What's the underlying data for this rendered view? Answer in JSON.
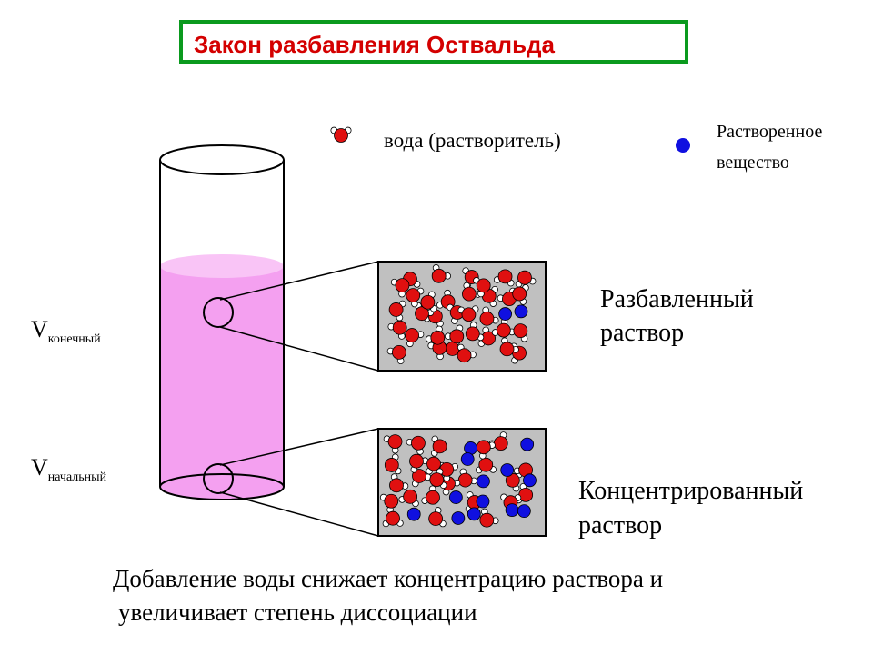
{
  "title": "Закон разбавления Оствальда",
  "legend": {
    "water_label": "вода (растворитель)",
    "solute_label_line1": "Растворенное",
    "solute_label_line2": "вещество"
  },
  "labels": {
    "dilute_line1": "Разбавленный",
    "dilute_line2": "раствор",
    "conc_line1": "Концентрированный",
    "conc_line2": "раствор",
    "v_final_main": "V",
    "v_final_sub": "конечный",
    "v_initial_main": "V",
    "v_initial_sub": "начальный"
  },
  "caption": {
    "line1": "Добавление воды снижает концентрацию раствора и",
    "line2": "увеличивает степень диссоциации"
  },
  "colors": {
    "title_border": "#0a9a1e",
    "title_text": "#d40000",
    "liquid": "#f4a0f0",
    "liquid_surface": "#f9c4f6",
    "box_fill": "#c0c0c0",
    "water_oxygen": "#e01010",
    "solute": "#1010e0"
  }
}
